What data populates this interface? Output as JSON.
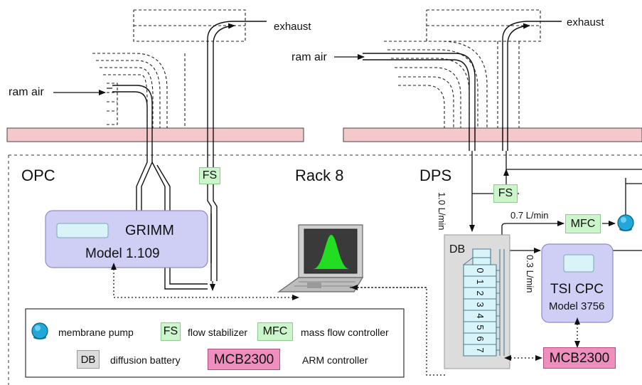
{
  "colors": {
    "wall": "#f5c8cc",
    "fs_fill": "#ccf5cc",
    "mcb_fill": "#ef8fbe",
    "instrument_fill": "#cfcff5",
    "screen_fill": "#d8f4f8",
    "db_fill": "#dcdcdc",
    "pump": "#21a8d8",
    "peak": "#22dd22"
  },
  "labels": {
    "ram_air_left": "ram air",
    "exhaust_left": "exhaust",
    "ram_air_right": "ram air",
    "exhaust_right": "exhaust",
    "opc": "OPC",
    "rack": "Rack 8",
    "dps": "DPS",
    "flow_1": "1.0 L/min",
    "flow_07": "0.7 L/min",
    "flow_03": "0.3 L/min"
  },
  "components": {
    "fs": "FS",
    "mfc": "MFC",
    "db": "DB",
    "grimm_name": "GRIMM",
    "grimm_model": "Model 1.109",
    "cpc_name": "TSI CPC",
    "cpc_model": "Model 3756",
    "mcb": "MCB2300",
    "db_channels": [
      "0",
      "1",
      "2",
      "3",
      "4",
      "5",
      "6",
      "7"
    ]
  },
  "legend": {
    "pump": "membrane pump",
    "fs_key": "FS",
    "fs": "flow stabilizer",
    "mfc_key": "MFC",
    "mfc": "mass flow controller",
    "db_key": "DB",
    "db": "diffusion battery",
    "mcb_key": "MCB2300",
    "mcb": "ARM controller"
  }
}
